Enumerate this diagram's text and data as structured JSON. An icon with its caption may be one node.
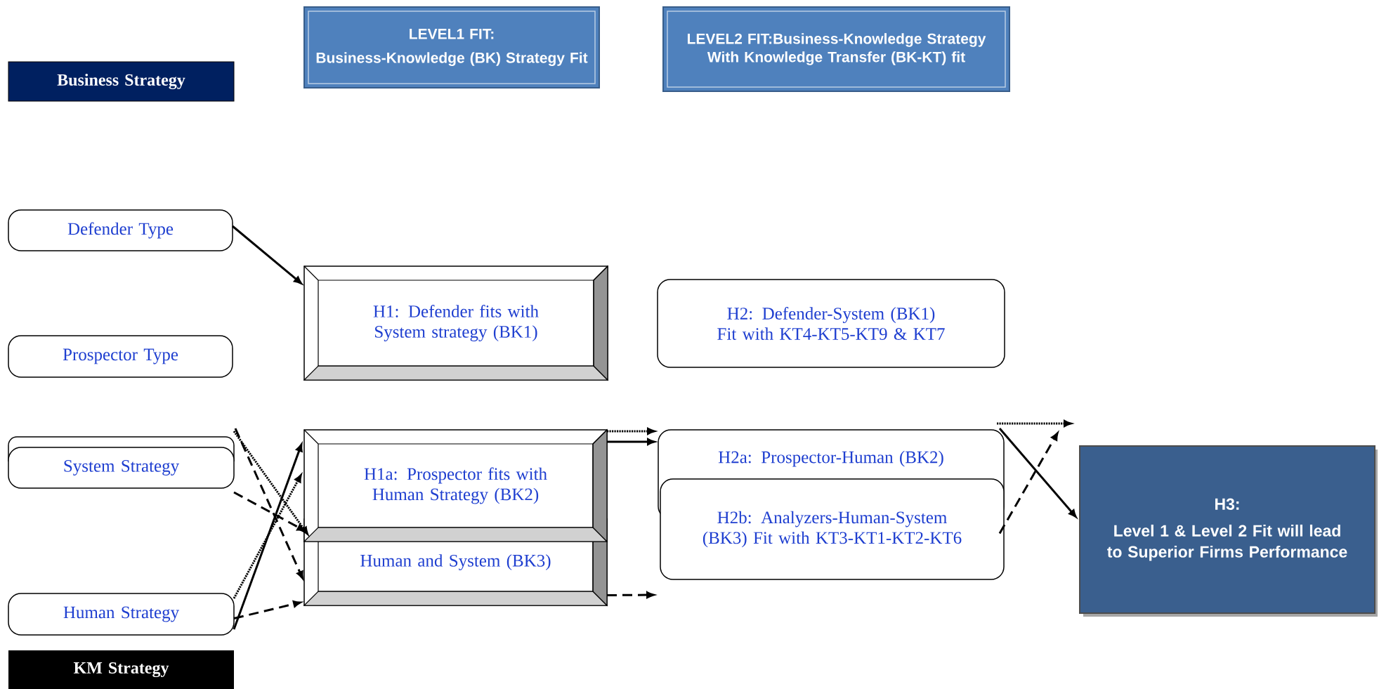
{
  "diagram": {
    "nodes": [
      {
        "text": [
          "Business Strategy"
        ]
      },
      {
        "text": [
          "LEVEL1 FIT:",
          "Business-Knowledge (BK) Strategy Fit"
        ]
      },
      {
        "text": [
          "LEVEL2 FIT:Business-Knowledge Strategy With Knowledge Transfer (BK-KT) fit"
        ]
      },
      {
        "text": [
          "Defender Type"
        ]
      },
      {
        "text": [
          "H1: Defender fits with System strategy (BK1)"
        ]
      },
      {
        "text": [
          "H2: Defender-System (BK1) Fit with KT4-KT5-KT9 & KT7"
        ]
      },
      {
        "text": [
          "Prospector Type"
        ]
      },
      {
        "text": [],
        "shape": "box"
      },
      {
        "text": [
          "System Strategy"
        ]
      },
      {
        "text": [
          "H1a: Prospector fits with Human Strategy (BK2)"
        ]
      },
      {
        "text": [
          "Human and System (BK3)"
        ]
      },
      {
        "text": [
          "H2a: Prospector-Human (BK2)"
        ]
      },
      {
        "text": [
          "H2b: Analyzers-Human-System (BK3) Fit with KT3-KT1-KT2-KT6"
        ]
      },
      {
        "text": [
          "Human Strategy"
        ]
      },
      {
        "text": [
          "KM Strategy"
        ]
      },
      {
        "text": [
          "H3:",
          "Level 1 & Level 2 Fit will lead to Superior Firms Performance"
        ]
      }
    ],
    "edges": [
      {
        "from": 3,
        "to": 4,
        "arrow": "to"
      },
      {
        "from": 7,
        "to": 9,
        "arrow": "to",
        "style": "dashed"
      },
      {
        "from": 7,
        "to": 10,
        "arrow": "to",
        "style": "dashed"
      },
      {
        "from": 8,
        "to": 9,
        "arrow": "to",
        "style": "dashed"
      },
      {
        "from": 13,
        "to": 9,
        "arrow": "to",
        "style": "dashed"
      },
      {
        "from": 13,
        "to": 9,
        "arrow": "to"
      },
      {
        "from": 13,
        "to": 10,
        "arrow": "to",
        "style": "dashed"
      },
      {
        "from": 9,
        "to": 11,
        "arrow": "to",
        "style": "dashed"
      },
      {
        "from": 9,
        "to": 11,
        "arrow": "to"
      },
      {
        "from": 10,
        "to": null,
        "arrow": "to",
        "style": "dashed"
      },
      {
        "from": 11,
        "to": null,
        "arrow": "to",
        "style": "dashed"
      },
      {
        "from": 11,
        "to": 15,
        "arrow": "to"
      },
      {
        "from": 12,
        "to": null,
        "arrow": "to",
        "style": "dashed"
      }
    ]
  }
}
